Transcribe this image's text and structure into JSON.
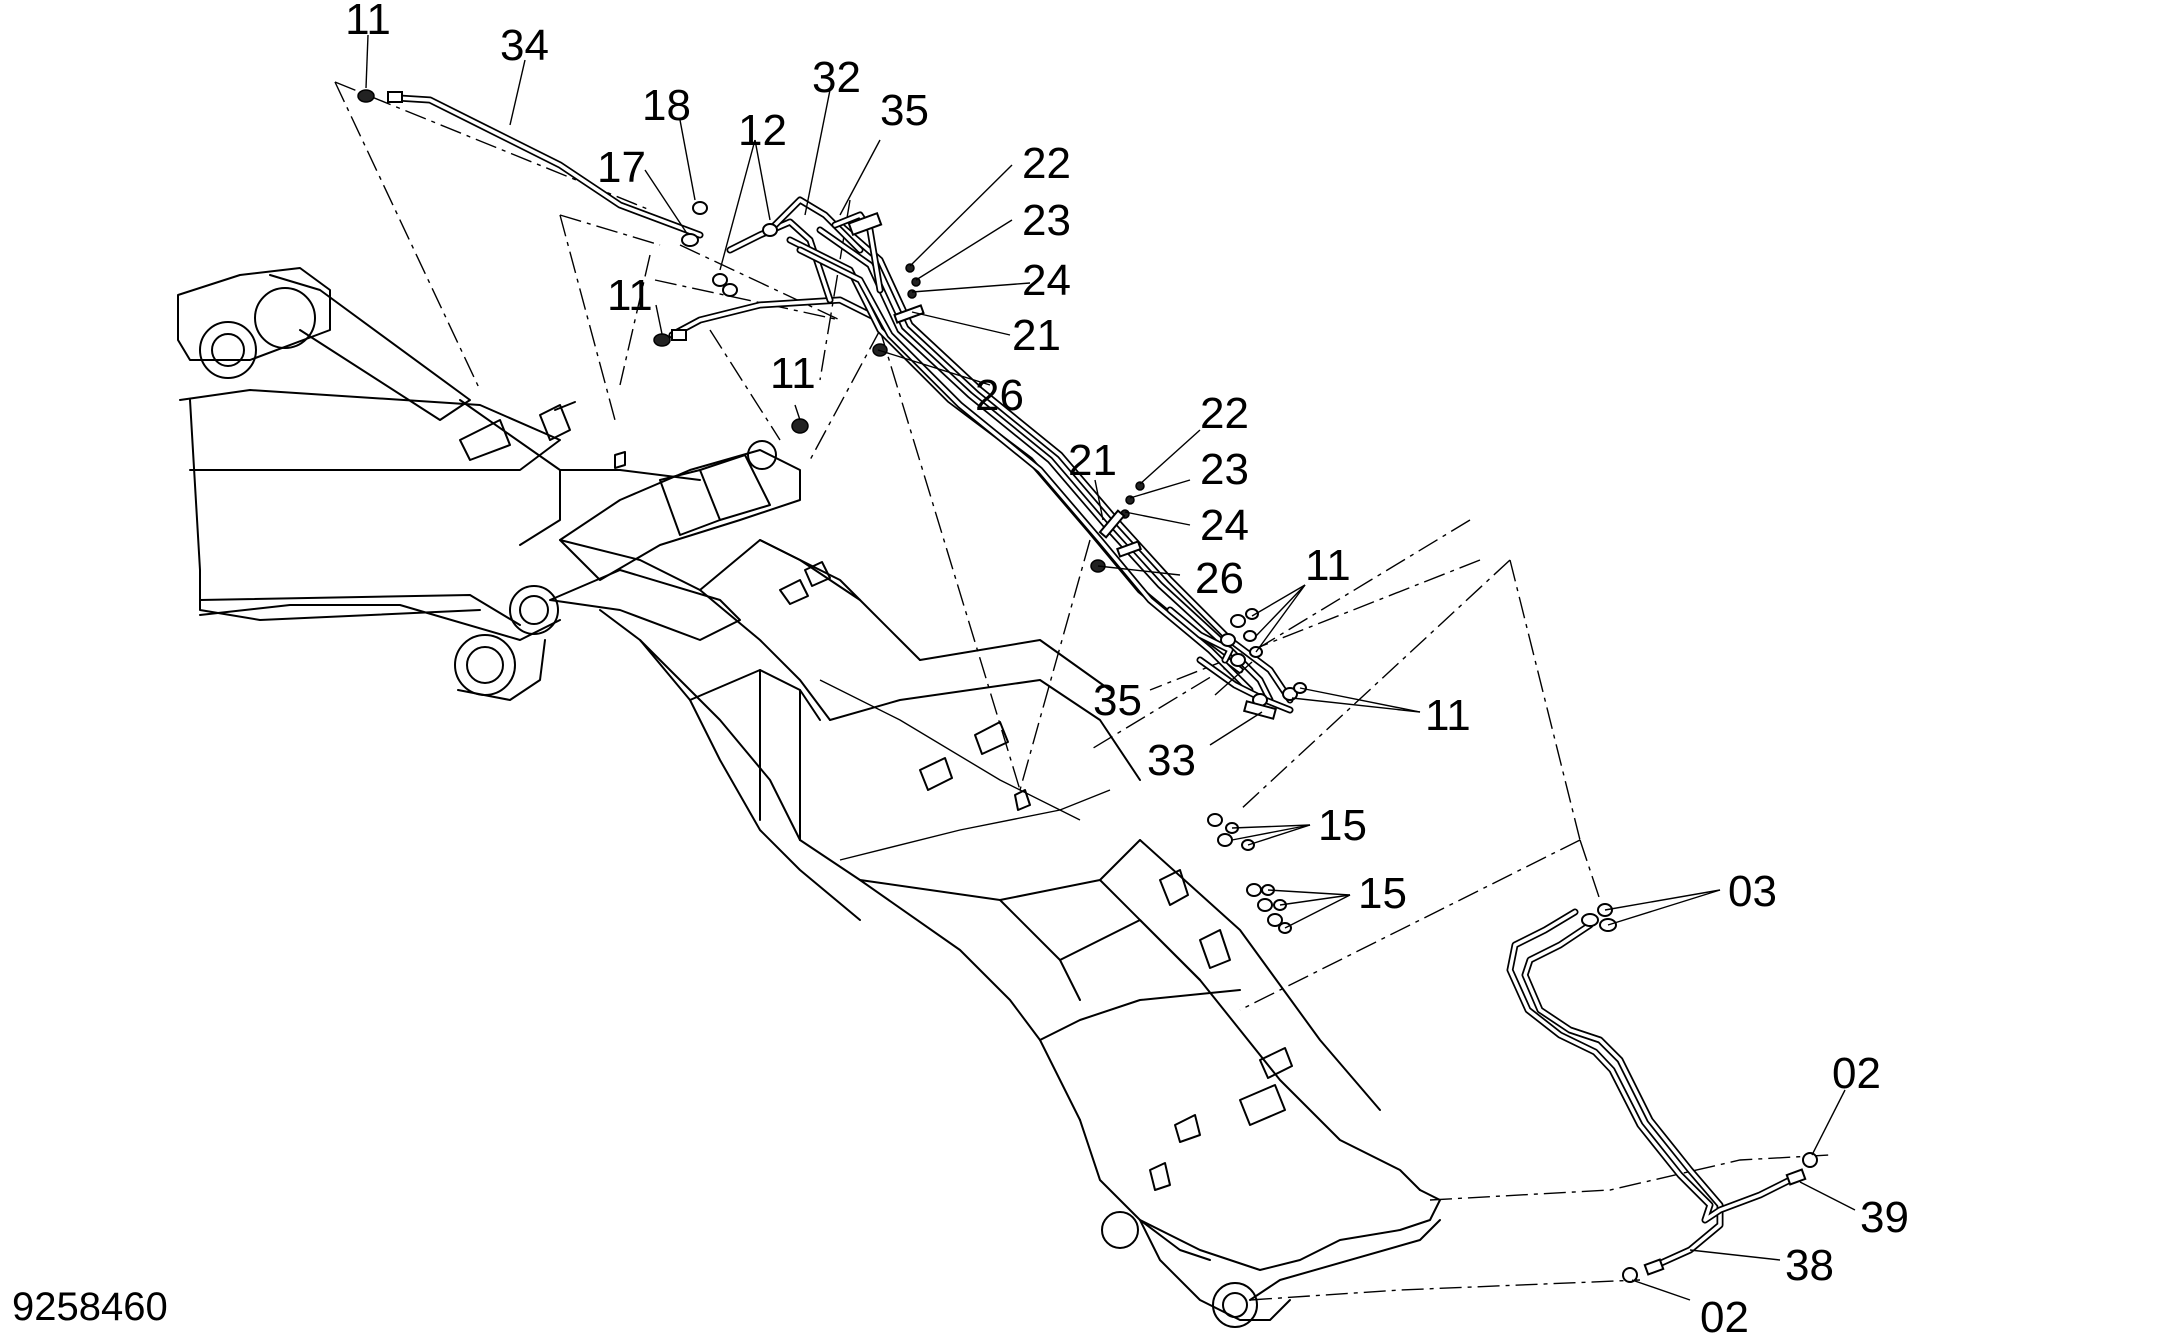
{
  "drawing_number": "9258460",
  "callouts": {
    "c11a": "11",
    "c34": "34",
    "c18": "18",
    "c17": "17",
    "c12": "12",
    "c32": "32",
    "c35a": "35",
    "c22a": "22",
    "c23a": "23",
    "c24a": "24",
    "c21a": "21",
    "c26a": "26",
    "c11b": "11",
    "c11c": "11",
    "c22b": "22",
    "c23b": "23",
    "c21b": "21",
    "c24b": "24",
    "c26b": "26",
    "c11d": "11",
    "c35b": "35",
    "c11e": "11",
    "c33": "33",
    "c15a": "15",
    "c15b": "15",
    "c03": "03",
    "c02a": "02",
    "c39": "39",
    "c38": "38",
    "c02b": "02"
  }
}
